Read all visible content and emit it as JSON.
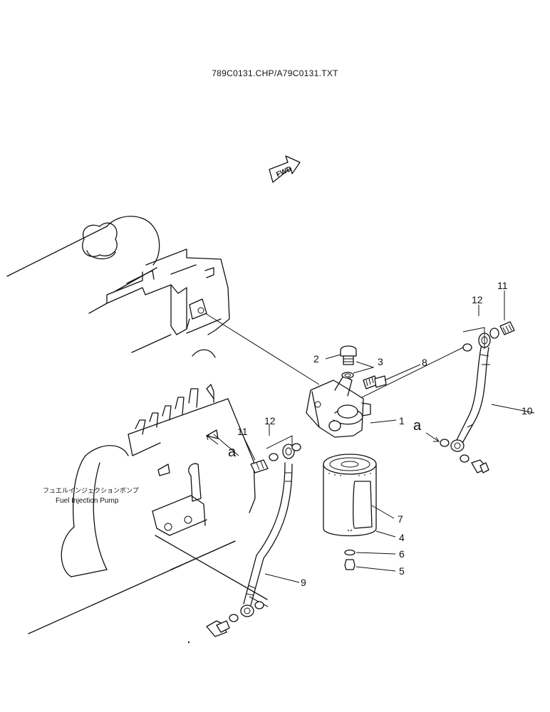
{
  "document": {
    "header": "789C0131.CHP/A79C0131.TXT",
    "fwd_label": "FWD",
    "pump_label_jp": "フュエルインジェクションポンプ",
    "pump_label_en": "Fuel Injection Pump"
  },
  "callouts": {
    "c1": "1",
    "c2": "2",
    "c3": "3",
    "c4": "4",
    "c5": "5",
    "c6": "6",
    "c7": "7",
    "c8": "8",
    "c9": "9",
    "c10": "10",
    "c11_right": "11",
    "c11_left": "11",
    "c12_right": "12",
    "c12_left": "12",
    "a_right": "a",
    "a_left": "a"
  }
}
